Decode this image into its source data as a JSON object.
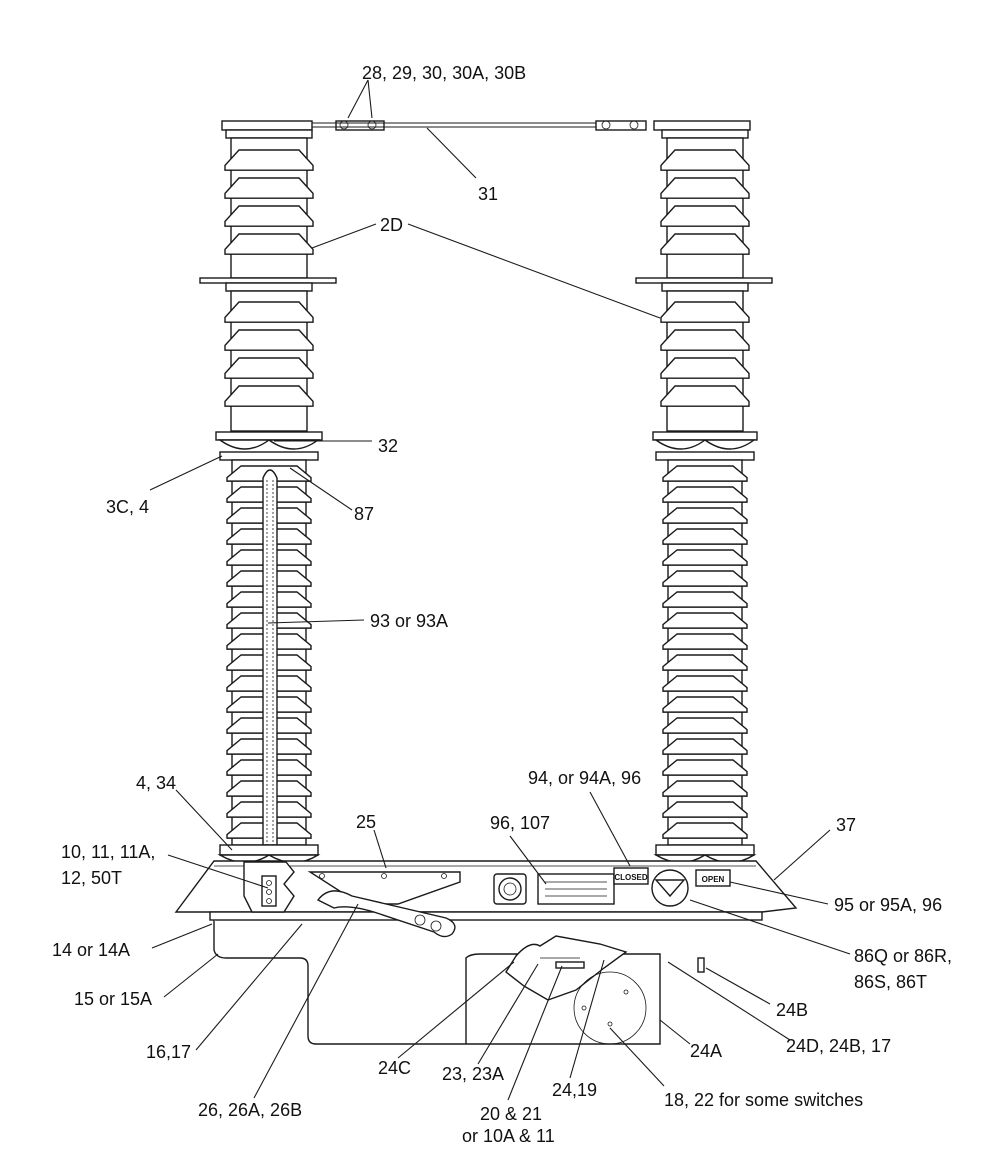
{
  "colors": {
    "ink": "#1a1a1a",
    "background": "#ffffff"
  },
  "nameplate": {
    "closed": "CLOSED",
    "open": "OPEN"
  },
  "callouts": [
    {
      "id": "l-28",
      "text": "28, 29, 30, 30A, 30B"
    },
    {
      "id": "l-31",
      "text": "31"
    },
    {
      "id": "l-2d",
      "text": "2D"
    },
    {
      "id": "l-32",
      "text": "32"
    },
    {
      "id": "l-3c",
      "text": "3C, 4"
    },
    {
      "id": "l-87",
      "text": "87"
    },
    {
      "id": "l-93",
      "text": "93 or 93A"
    },
    {
      "id": "l-4-34",
      "text": "4, 34"
    },
    {
      "id": "l-25",
      "text": "25"
    },
    {
      "id": "l-96-107",
      "text": "96, 107"
    },
    {
      "id": "l-94",
      "text": "94, or 94A, 96"
    },
    {
      "id": "l-37",
      "text": "37"
    },
    {
      "id": "l-10a",
      "text": "10, 11, 11A,"
    },
    {
      "id": "l-10b",
      "text": "12, 50T"
    },
    {
      "id": "l-95",
      "text": "95 or 95A, 96"
    },
    {
      "id": "l-14",
      "text": "14 or 14A"
    },
    {
      "id": "l-86a",
      "text": "86Q or 86R,"
    },
    {
      "id": "l-86b",
      "text": "86S, 86T"
    },
    {
      "id": "l-15",
      "text": "15 or 15A"
    },
    {
      "id": "l-24b",
      "text": "24B"
    },
    {
      "id": "l-16",
      "text": "16,17"
    },
    {
      "id": "l-24a",
      "text": "24A"
    },
    {
      "id": "l-24d",
      "text": "24D, 24B, 17"
    },
    {
      "id": "l-24c",
      "text": "24C"
    },
    {
      "id": "l-23",
      "text": "23, 23A"
    },
    {
      "id": "l-24-19",
      "text": "24,19"
    },
    {
      "id": "l-18",
      "text": "18, 22 for some switches"
    },
    {
      "id": "l-26",
      "text": "26, 26A, 26B"
    },
    {
      "id": "l-20a",
      "text": "20 & 21"
    },
    {
      "id": "l-20b",
      "text": "or 10A & 11"
    }
  ]
}
